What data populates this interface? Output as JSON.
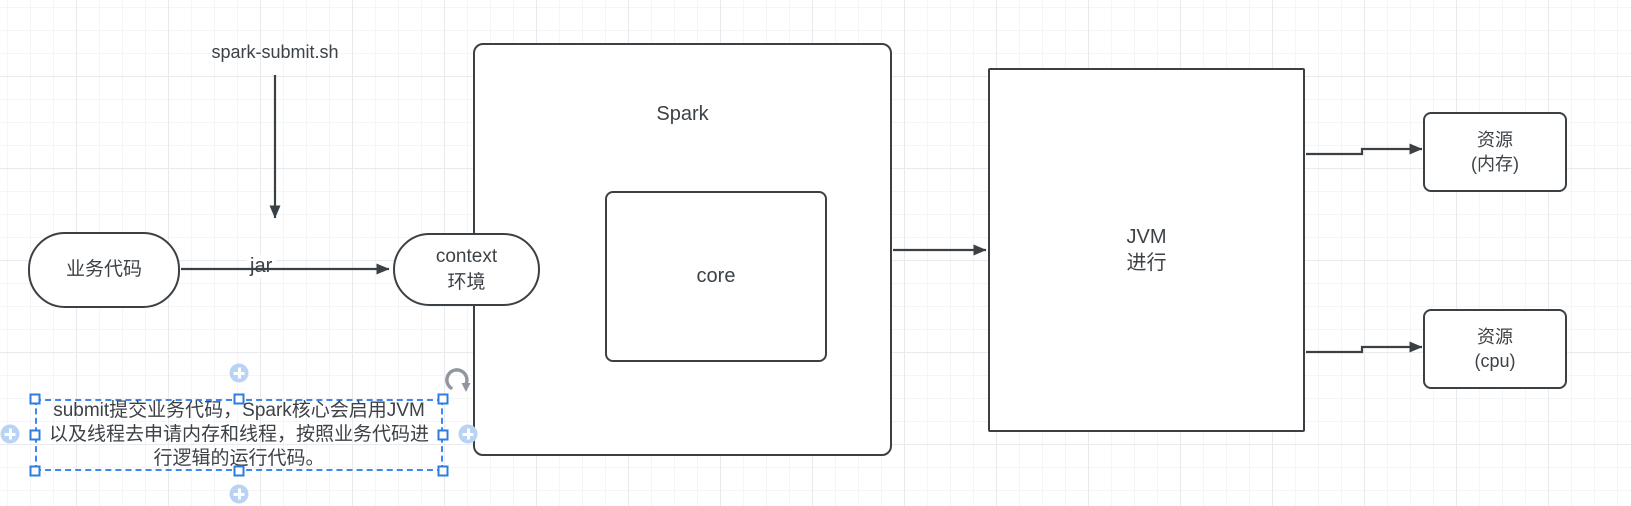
{
  "colors": {
    "shape_stroke": "#3b4045",
    "text": "#3d4247",
    "selection_blue": "#3e86f1",
    "handle_square_border": "#2e7ce0",
    "direction_handle_fill": "#b8d3f4",
    "rotation_handle_gray": "#90969e"
  },
  "nodes": {
    "script_label": "spark-submit.sh",
    "business_code": {
      "label": "业务代码"
    },
    "jar_edge_label": "jar",
    "context": {
      "line1": "context",
      "line2": "环境"
    },
    "spark": {
      "title": "Spark"
    },
    "core": {
      "label": "core"
    },
    "jvm": {
      "line1": "JVM",
      "line2": "进行"
    },
    "resource_memory": {
      "line1": "资源",
      "line2": "(内存)"
    },
    "resource_cpu": {
      "line1": "资源",
      "line2": "(cpu)"
    }
  },
  "note": {
    "lines": [
      "submit提交业务代码，Spark核心会启用JVM",
      "以及线程去申请内存和线程，按照业务代码进",
      "行逻辑的运行代码。"
    ]
  }
}
